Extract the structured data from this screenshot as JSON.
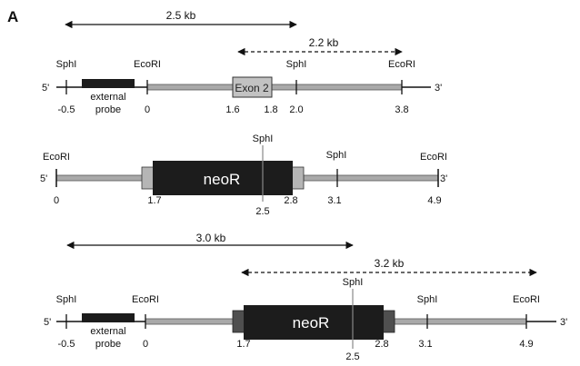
{
  "panel_label": "A",
  "map1": {
    "distance_solid": "2.5 kb",
    "distance_dashed": "2.2 kb",
    "five_prime": "5'",
    "three_prime": "3'",
    "sites": {
      "sph1": "SphI",
      "ecori1": "EcoRI",
      "sph2": "SphI",
      "ecori2": "EcoRI"
    },
    "probe_label_line1": "external",
    "probe_label_line2": "probe",
    "exon_label": "Exon 2",
    "positions": {
      "p_minus05": "-0.5",
      "p0": "0",
      "p16": "1.6",
      "p18": "1.8",
      "p20": "2.0",
      "p38": "3.8"
    }
  },
  "map2": {
    "five_prime": "5'",
    "three_prime": "3'",
    "sites": {
      "ecori1": "EcoRI",
      "sph_mid": "SphI",
      "sph2": "SphI",
      "ecori2": "EcoRI"
    },
    "cassette_label": "neoR",
    "positions": {
      "p0": "0",
      "p17": "1.7",
      "p25": "2.5",
      "p28": "2.8",
      "p31": "3.1",
      "p49": "4.9"
    }
  },
  "map3": {
    "distance_solid": "3.0 kb",
    "distance_dashed": "3.2 kb",
    "five_prime": "5'",
    "three_prime": "3'",
    "sites": {
      "sph1": "SphI",
      "ecori1": "EcoRI",
      "sph_mid": "SphI",
      "sph2": "SphI",
      "ecori2": "EcoRI"
    },
    "probe_label_line1": "external",
    "probe_label_line2": "probe",
    "cassette_label": "neoR",
    "positions": {
      "p_minus05": "-0.5",
      "p0": "0",
      "p17": "1.7",
      "p25": "2.5",
      "p28": "2.8",
      "p31": "3.1",
      "p49": "4.9"
    }
  },
  "colors": {
    "line": "#111111",
    "arm": "#a9a9a9",
    "cassette": "#1c1c1c",
    "flank_light": "#b5b5b5",
    "flank_dark": "#4f4f4f",
    "exon_fill": "#c2c2c2"
  }
}
